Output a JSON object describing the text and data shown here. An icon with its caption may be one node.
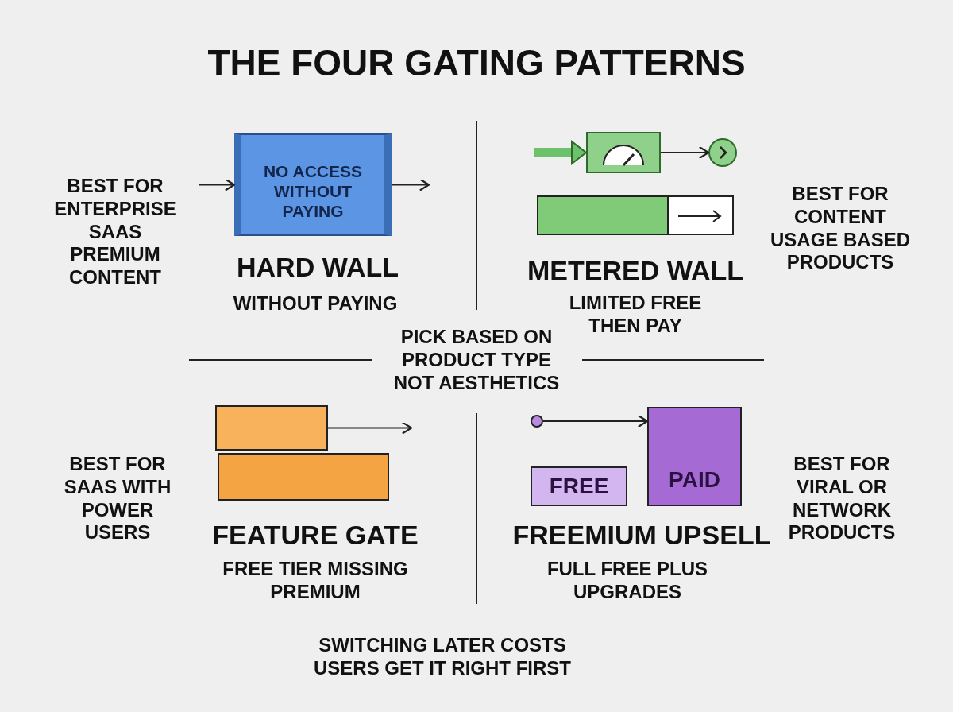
{
  "diagram": {
    "title": "THE FOUR GATING PATTERNS",
    "nodes": [
      {
        "text": [
          "NO ACCESS WITHOUT PAYING"
        ]
      },
      {
        "text": [],
        "shape": "box"
      },
      {
        "text": [],
        "shape": "circle"
      },
      {
        "text": [],
        "shape": "bar"
      },
      {
        "text": [],
        "shape": "bar"
      },
      {
        "text": [],
        "shape": "bar"
      },
      {
        "text": [],
        "shape": "circle"
      },
      {
        "text": [
          "FREE"
        ]
      },
      {
        "text": [
          "PAID"
        ]
      }
    ],
    "edges": [
      {
        "from": null,
        "to": 0,
        "arrow": "to"
      },
      {
        "from": 0,
        "to": null,
        "arrow": "to"
      },
      {
        "from": null,
        "to": 1,
        "arrow": "to",
        "style": "thick",
        "color": "#6cc26a"
      },
      {
        "from": 1,
        "to": 2,
        "arrow": "to"
      },
      {
        "from": 4,
        "to": null,
        "arrow": "to"
      },
      {
        "from": 6,
        "to": 8,
        "arrow": "to"
      }
    ],
    "labels": [
      "BEST FOR ENTERPRISE SAAS PREMIUM CONTENT",
      "HARD WALL",
      "WITHOUT PAYING",
      "BEST FOR CONTENT USAGE BASED PRODUCTS",
      "METERED WALL",
      "LIMITED FREE THEN PAY",
      "PICK BASED ON PRODUCT TYPE NOT AESTHETICS",
      "BEST FOR SAAS WITH POWER USERS",
      "FEATURE GATE",
      "FREE TIER MISSING PREMIUM",
      "BEST FOR VIRAL OR NETWORK PRODUCTS",
      "FREEMIUM UPSELL",
      "FULL FREE PLUS UPGRADES",
      "SWITCHING LATER COSTS USERS GET IT RIGHT FIRST"
    ]
  }
}
